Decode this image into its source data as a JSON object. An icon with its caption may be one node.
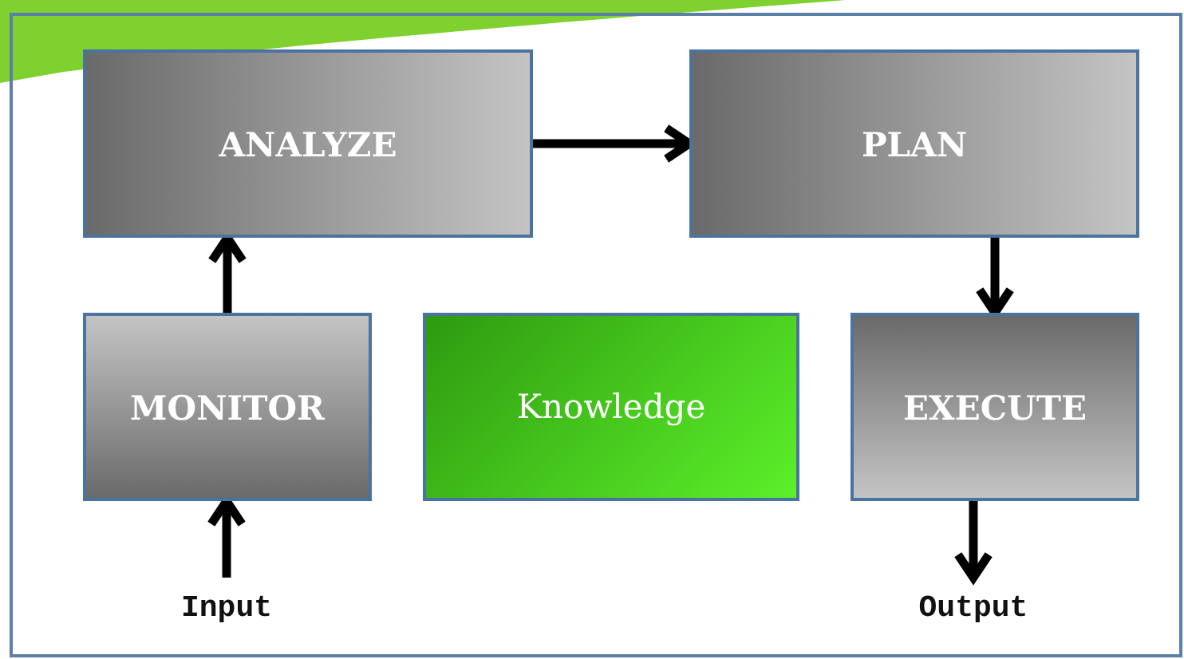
{
  "diagram": {
    "nodes": [
      {
        "text": [
          "ANALYZE"
        ]
      },
      {
        "text": [
          "PLAN"
        ]
      },
      {
        "text": [
          "MONITOR"
        ]
      },
      {
        "text": [
          "Knowledge"
        ]
      },
      {
        "text": [
          "EXECUTE"
        ]
      },
      {
        "text": [
          "Input"
        ]
      },
      {
        "text": [
          "Output"
        ]
      }
    ],
    "edges": [
      {
        "from": 5,
        "to": 2,
        "arrow": "to"
      },
      {
        "from": 2,
        "to": 0,
        "arrow": "to"
      },
      {
        "from": 0,
        "to": 1,
        "arrow": "to"
      },
      {
        "from": 1,
        "to": 4,
        "arrow": "to"
      },
      {
        "from": 4,
        "to": 6,
        "arrow": "to"
      }
    ]
  }
}
